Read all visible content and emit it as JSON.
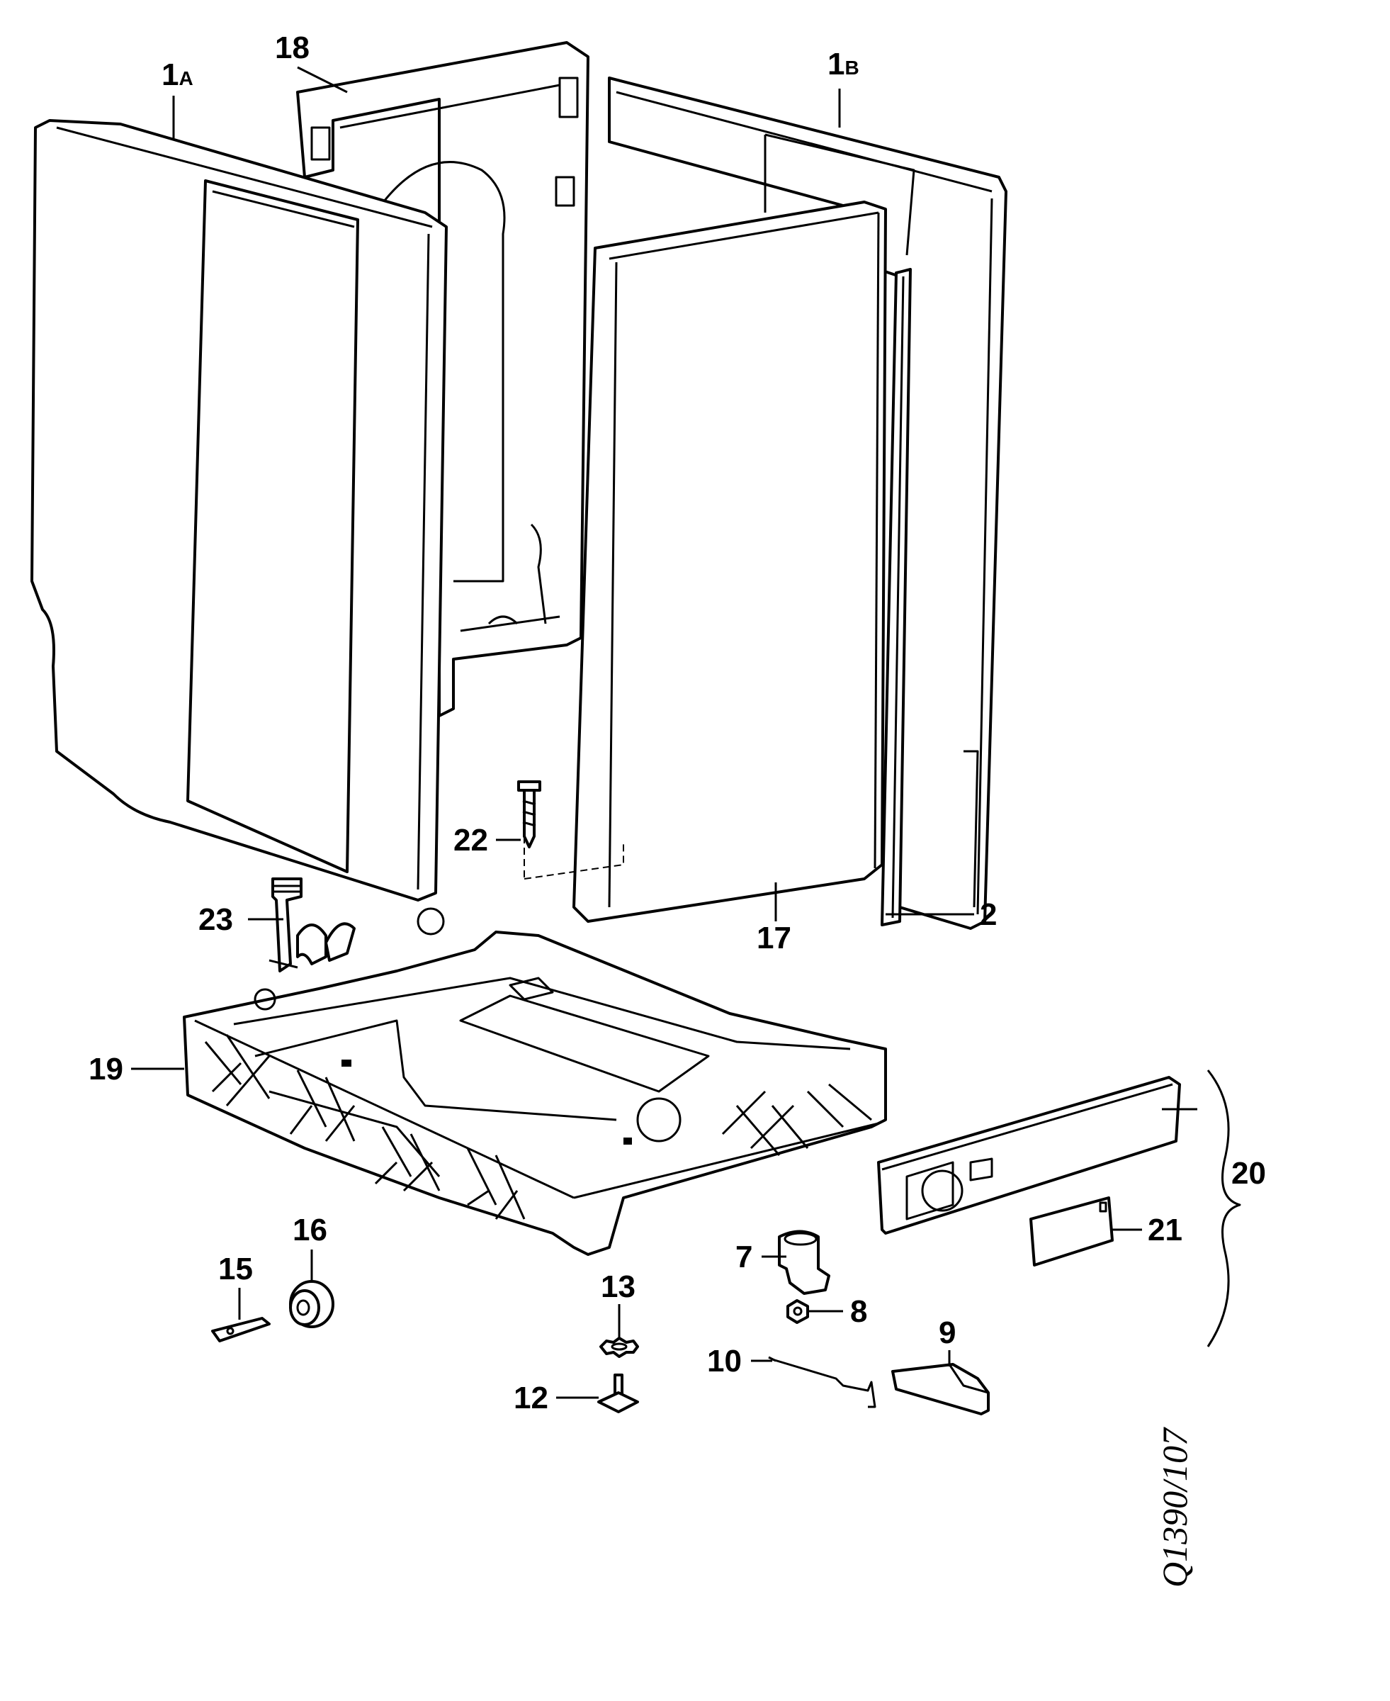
{
  "colors": {
    "line": "#000000",
    "background": "#ffffff"
  },
  "callouts": {
    "c1a": {
      "num": "1",
      "sub": "A"
    },
    "c1b": {
      "num": "1",
      "sub": "B"
    },
    "c2": "2",
    "c7": "7",
    "c8": "8",
    "c9": "9",
    "c10": "10",
    "c12": "12",
    "c13": "13",
    "c15": "15",
    "c16": "16",
    "c17": "17",
    "c18": "18",
    "c19": "19",
    "c20": "20",
    "c21": "21",
    "c22": "22",
    "c23": "23"
  },
  "drawing_code": "Q1390/107"
}
